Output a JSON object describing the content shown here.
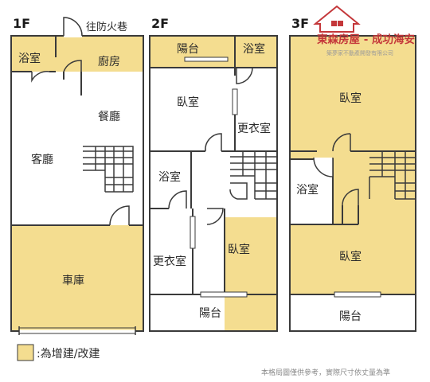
{
  "legend": {
    "text": ":為增建/改建",
    "fill_color": "#f4dd90"
  },
  "colors": {
    "addition": "#f4dd90",
    "wall": "#3a3a3a",
    "brand": "#c4373a"
  },
  "brand": {
    "name": "東森房屋 - 成功海安",
    "sub": "築夢家不動產開發有限公司",
    "logo_icon": "house-logo-icon"
  },
  "disclaimer": "本格局圖僅供參考，實際尺寸依丈量為準",
  "floors": {
    "f1": {
      "title": "1F",
      "rooms": {
        "fire_lane": "往防火巷",
        "bathroom": "浴室",
        "kitchen": "廚房",
        "dining": "餐廳",
        "living": "客廳",
        "garage": "車庫"
      }
    },
    "f2": {
      "title": "2F",
      "rooms": {
        "balcony_top": "陽台",
        "bathroom_top": "浴室",
        "bedroom_top": "臥室",
        "dressing_top": "更衣室",
        "bathroom_mid": "浴室",
        "dressing_bottom": "更衣室",
        "bedroom_bottom": "臥室",
        "balcony_bottom": "陽台"
      }
    },
    "f3": {
      "title": "3F",
      "rooms": {
        "bedroom_top": "臥室",
        "bathroom": "浴室",
        "bedroom_bottom": "臥室",
        "balcony": "陽台"
      }
    }
  }
}
